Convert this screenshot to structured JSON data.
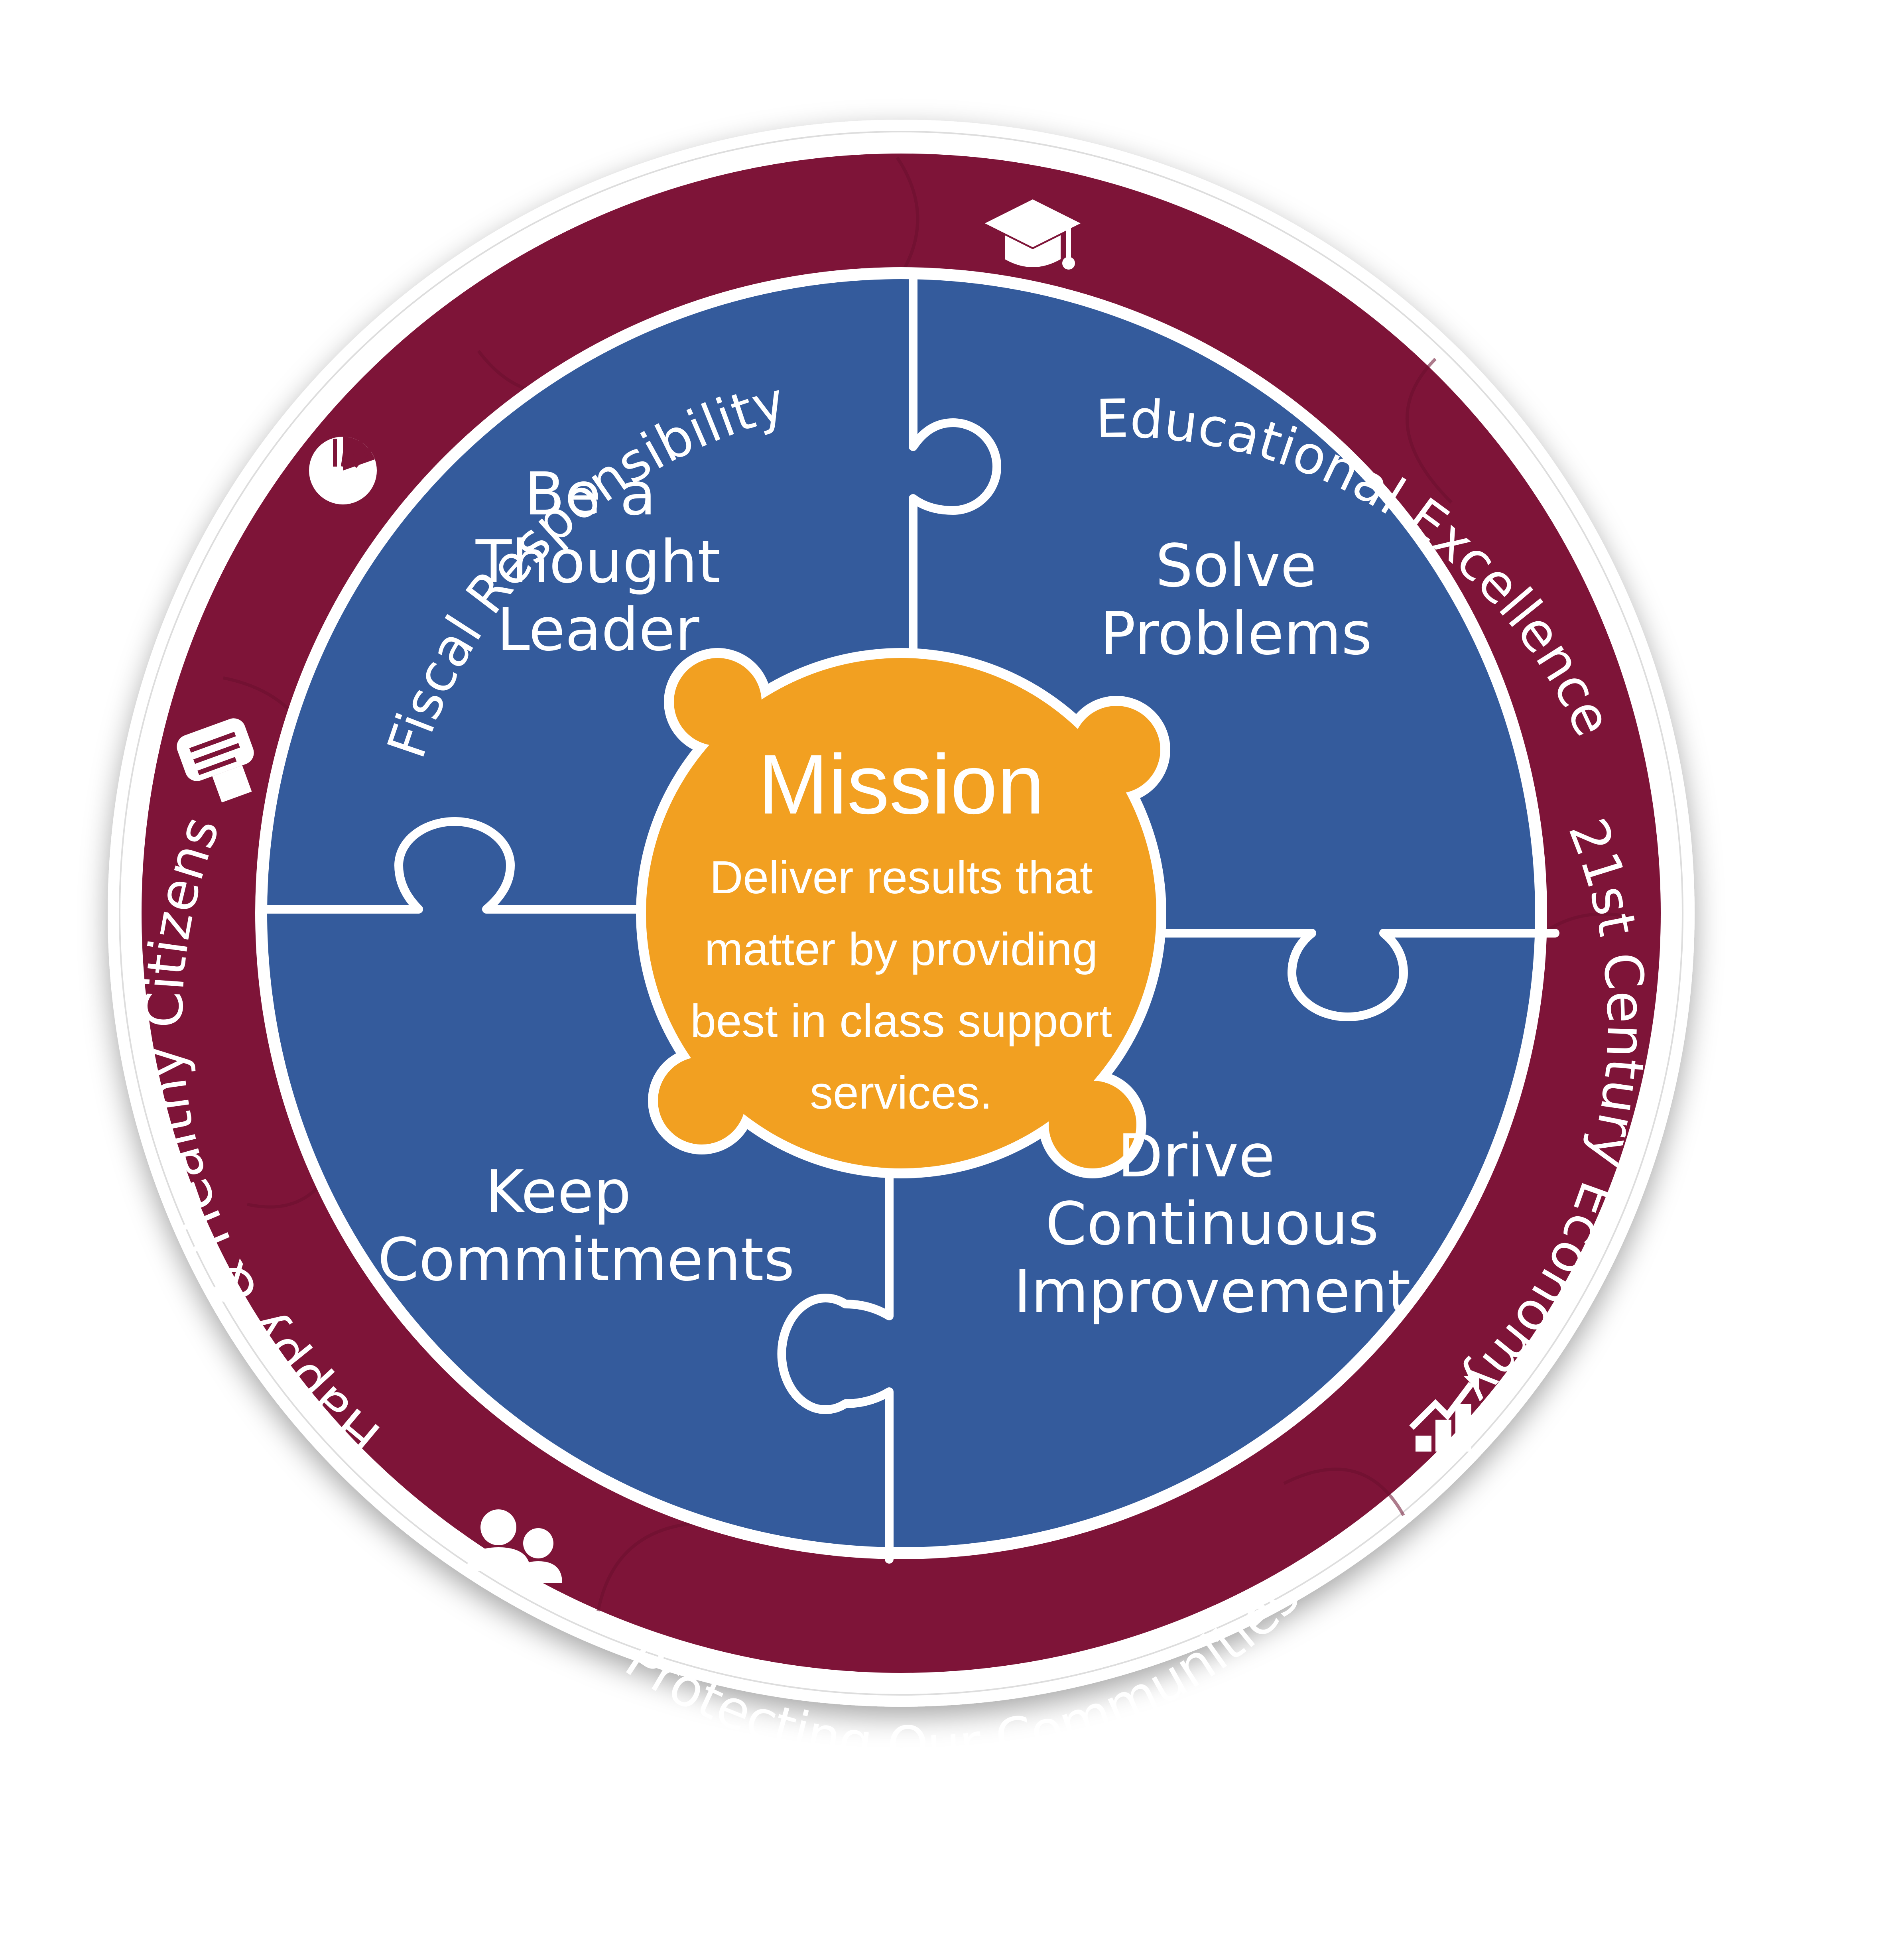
{
  "colors": {
    "outer_ring": "#7e1438",
    "inner_blue": "#345b9c",
    "center_orange": "#f2a021",
    "lines": "#ffffff",
    "text": "#ffffff"
  },
  "ring": {
    "top_left": "Fiscal Responsibility",
    "top_right": "Educational Excellence",
    "right": "21st Century Economy",
    "bottom": "Protecting Our Communities",
    "left": "Happy & Healthy Citizens"
  },
  "icons": {
    "fiscal": "pie-chart-icon",
    "education": "graduation-cap-icon",
    "economy": "growth-chart-icon",
    "communities": "people-icon",
    "health": "handshake-icon"
  },
  "pieces": {
    "top_left": [
      "Be a",
      "Thought",
      "Leader"
    ],
    "top_right": [
      "Solve",
      "Problems"
    ],
    "bottom_left": [
      "Keep",
      "Commitments"
    ],
    "bottom_right": [
      "Drive",
      "Continuous",
      "Improvement"
    ]
  },
  "mission": {
    "title": "Mission",
    "body": [
      "Deliver results that",
      "matter by providing",
      "best in class support",
      "services."
    ]
  }
}
